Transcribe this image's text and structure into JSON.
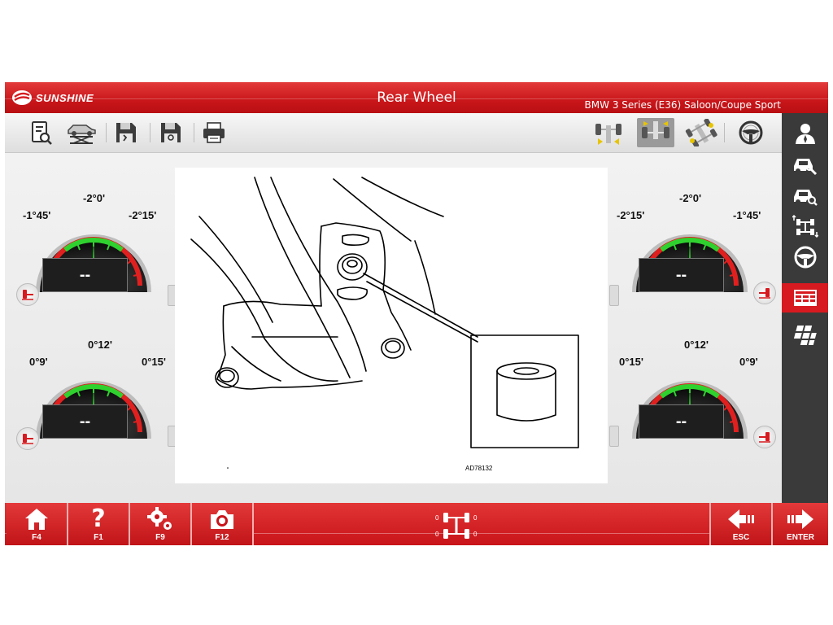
{
  "app": {
    "brand": "SUNSHINE",
    "title": "Rear Wheel",
    "vehicle": "BMW 3 Series (E36) Saloon/Coupe Sport"
  },
  "toolbar": {
    "icons": [
      "report-search-icon",
      "vehicle-lift-icon",
      "save-tools-icon",
      "save-settings-icon",
      "printer-icon"
    ],
    "right_icons": [
      "front-axle-icon",
      "rear-axle-icon",
      "four-wheel-icon",
      "steering-wheel-icon"
    ],
    "active": "rear-axle-icon"
  },
  "right_sidebar": {
    "items": [
      "user-icon",
      "car-wrench-icon",
      "car-search-icon",
      "axle-adjust-icon",
      "steering-wheel-icon",
      "measurement-table-icon",
      "grid-panels-icon"
    ],
    "active": "measurement-table-icon"
  },
  "gauges": {
    "left_camber": {
      "left": "-1°45'",
      "center": "-2°0'",
      "right": "-2°15'",
      "value": "--"
    },
    "right_camber": {
      "left": "-2°15'",
      "center": "-2°0'",
      "right": "-1°45'",
      "value": "--"
    },
    "left_toe": {
      "left": "0°9'",
      "center": "0°12'",
      "right": "0°15'",
      "value": "--"
    },
    "right_toe": {
      "left": "0°15'",
      "center": "0°12'",
      "right": "0°9'",
      "value": "--"
    }
  },
  "diagram": {
    "figure_code": "AD78132"
  },
  "bottom_bar": {
    "home": "F4",
    "help": "F1",
    "settings": "F9",
    "camera": "F12",
    "esc": "ESC",
    "enter": "ENTER",
    "wheel_status": [
      "0",
      "0",
      "0",
      "0"
    ]
  },
  "colors": {
    "brand_red": "#d71a1f",
    "gauge_green": "#2fd12f",
    "gauge_red": "#e0201f",
    "sidebar": "#3a3a3a"
  }
}
